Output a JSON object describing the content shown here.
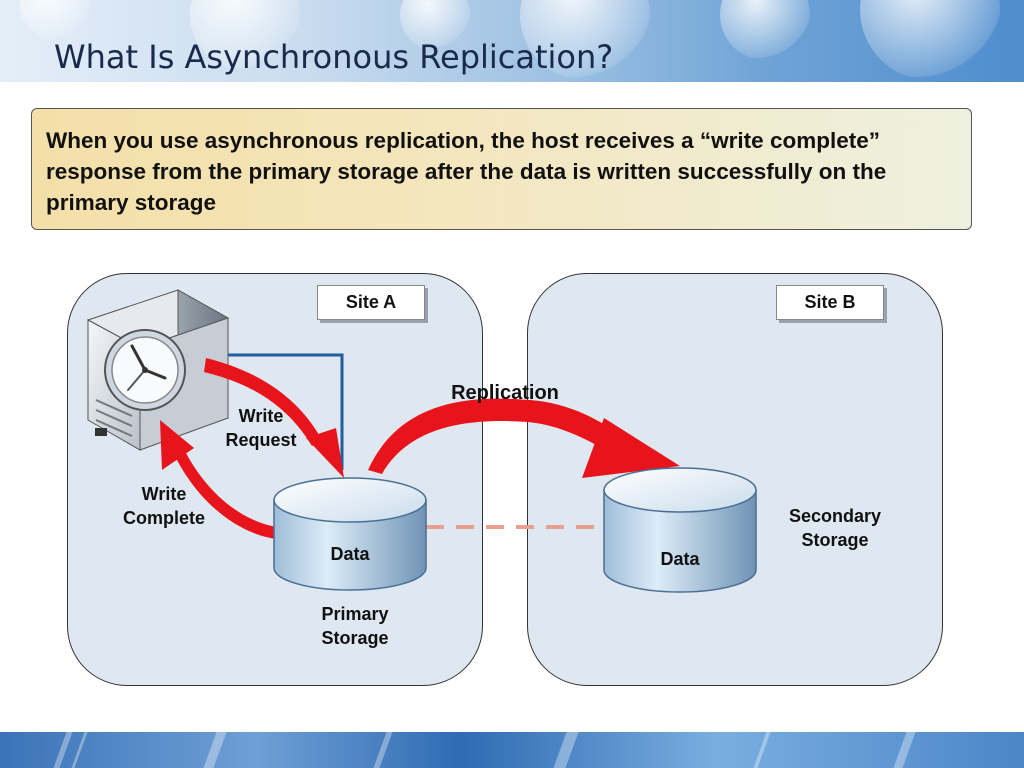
{
  "title": "What Is Asynchronous Replication?",
  "callout": "When you use asynchronous replication, the host receives a “write complete” response from the primary storage after the data is written successfully on the primary storage",
  "site_a": {
    "label": "Site A"
  },
  "site_b": {
    "label": "Site B"
  },
  "labels": {
    "write_request_1": "Write",
    "write_request_2": "Request",
    "write_complete_1": "Write",
    "write_complete_2": "Complete",
    "replication": "Replication",
    "primary_1": "Primary",
    "primary_2": "Storage",
    "secondary_1": "Secondary",
    "secondary_2": "Storage",
    "data_primary": "Data",
    "data_secondary": "Data"
  },
  "colors": {
    "arrow_red": "#e8141b",
    "panel_fill": "#dfe7f1",
    "link_line": "#1f5f9f",
    "dashed_link": "#e8a090"
  }
}
